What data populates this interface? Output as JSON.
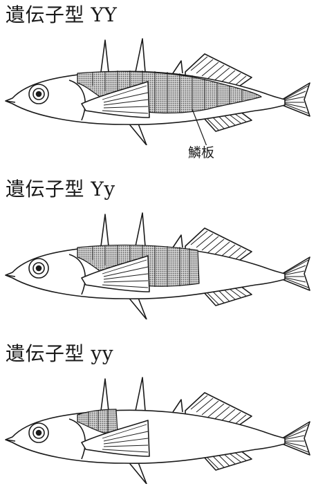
{
  "panels": [
    {
      "genotype_label": "遺伝子型 YY",
      "plate_coverage": "full"
    },
    {
      "genotype_label": "遺伝子型 Yy",
      "plate_coverage": "partial"
    },
    {
      "genotype_label": "遺伝子型 yy",
      "plate_coverage": "low"
    }
  ],
  "annotation": {
    "plate_label": "鱗板"
  },
  "colors": {
    "line": "#1a1a1a",
    "plate_fill": "#9a9a9a",
    "body_fill": "#ffffff"
  }
}
